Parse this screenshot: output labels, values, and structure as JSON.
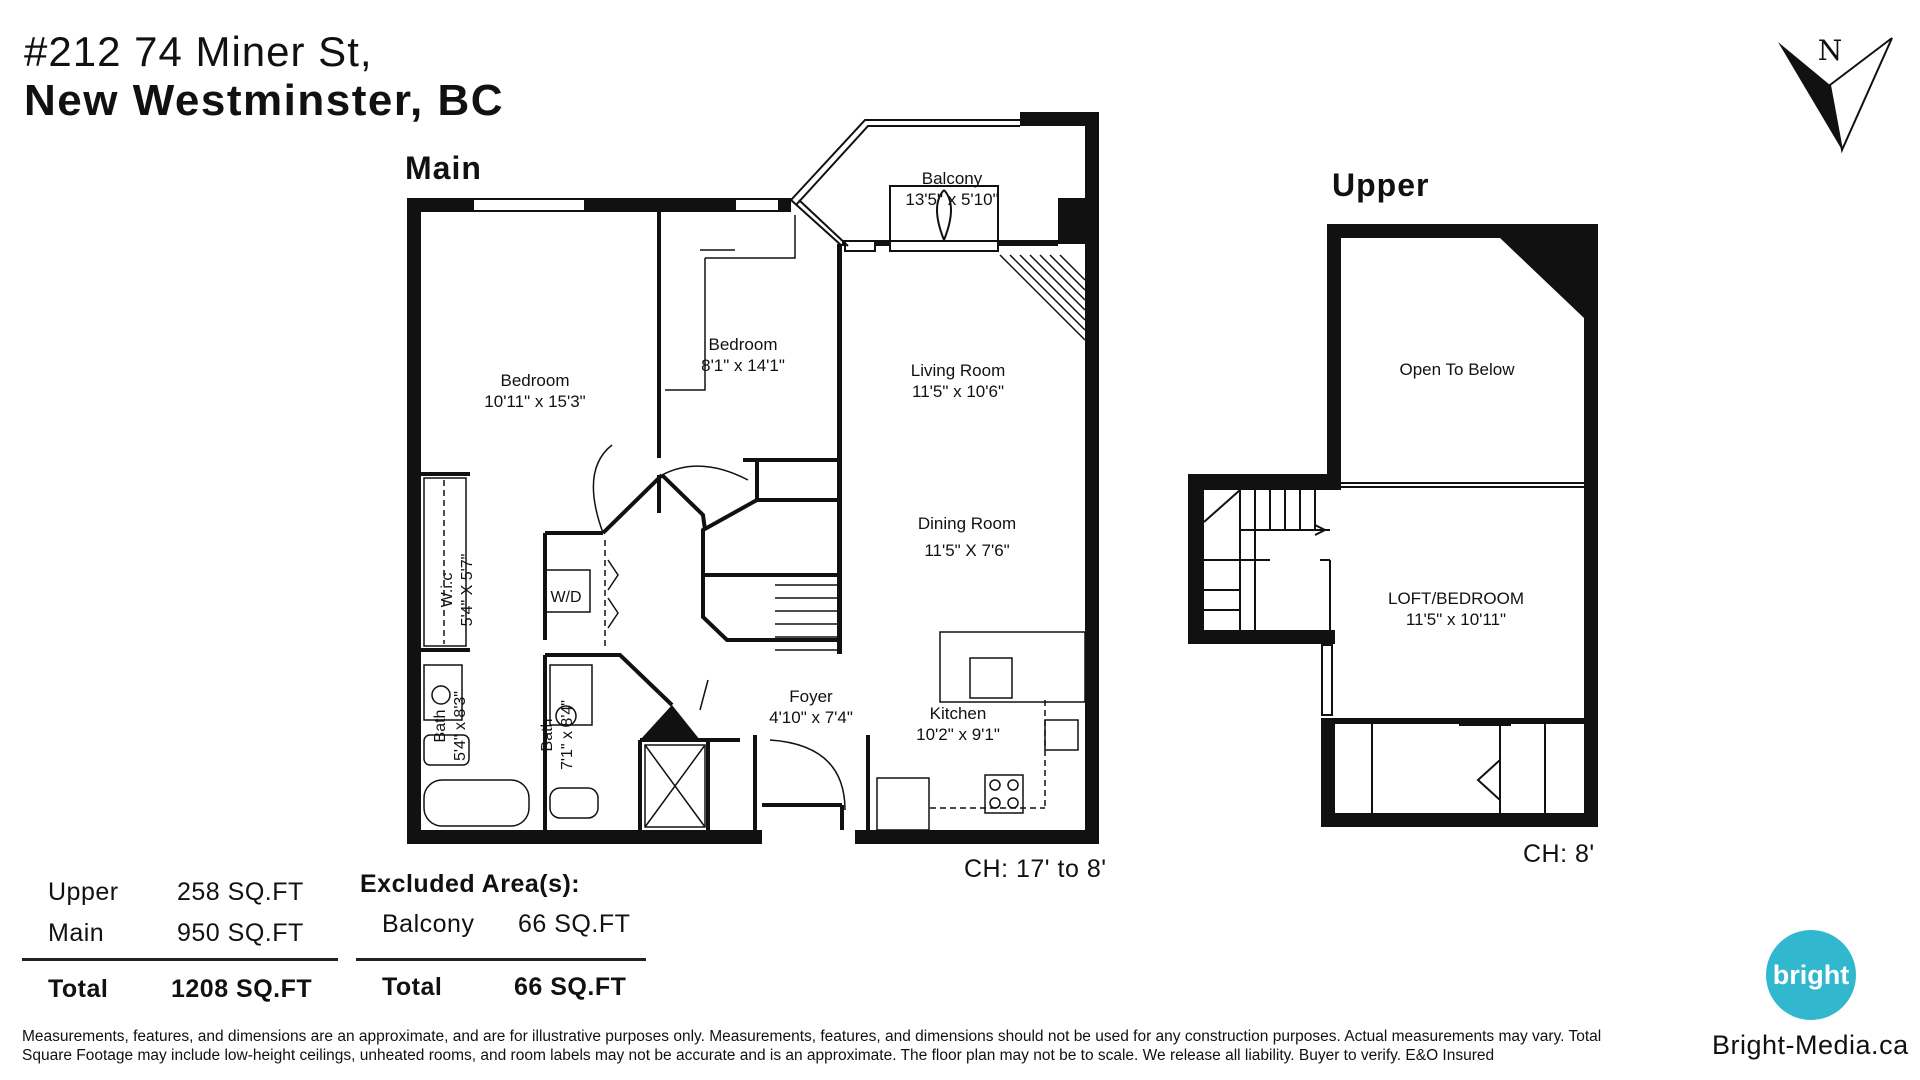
{
  "address": {
    "line1": "#212 74 Miner St,",
    "line2": "New Westminster, BC"
  },
  "compass": {
    "label": "N"
  },
  "main_plan": {
    "title": "Main",
    "rooms": {
      "balcony": {
        "name": "Balcony",
        "dims": "13'5\" x 5'10\""
      },
      "bedroom1": {
        "name": "Bedroom",
        "dims": "10'11\" x 15'3\""
      },
      "bedroom2": {
        "name": "Bedroom",
        "dims": "8'1\" x 14'1\""
      },
      "living": {
        "name": "Living Room",
        "dims": "11'5\" x 10'6\""
      },
      "dining": {
        "name": "Dining Room",
        "dims": "11'5\" X 7'6\""
      },
      "wic": {
        "name": "W.i.c",
        "dims": "5'4\" X 5'7\""
      },
      "wd": {
        "name": "W/D"
      },
      "bath1": {
        "name": "Bath",
        "dims": "5'4\" x 8'3\""
      },
      "bath2": {
        "name": "Bath",
        "dims": "7'1\" x 8'4\""
      },
      "foyer": {
        "name": "Foyer",
        "dims": "4'10\" x 7'4\""
      },
      "kitchen": {
        "name": "Kitchen",
        "dims": "10'2\" x 9'1\""
      }
    },
    "ceiling_height": "CH: 17' to 8'"
  },
  "upper_plan": {
    "title": "Upper",
    "rooms": {
      "open": {
        "name": "Open To Below"
      },
      "loft": {
        "name": "LOFT/BEDROOM",
        "dims": "11'5\" x 10'11\""
      }
    },
    "ceiling_height": "CH: 8'"
  },
  "area_summary": {
    "rows": [
      {
        "label": "Upper",
        "value": "258 SQ.FT"
      },
      {
        "label": "Main",
        "value": "950 SQ.FT"
      }
    ],
    "total_label": "Total",
    "total_value": "1208 SQ.FT"
  },
  "excluded": {
    "title": "Excluded Area(s):",
    "rows": [
      {
        "label": "Balcony",
        "value": "66 SQ.FT"
      }
    ],
    "total_label": "Total",
    "total_value": "66 SQ.FT"
  },
  "disclaimer": "Measurements, features, and dimensions are an approximate, and are for illustrative purposes only. Measurements, features, and dimensions should not be used for any construction purposes. Actual measurements may vary. Total Square Footage may include low-height ceilings, unheated rooms, and room labels may not be accurate and is an approximate. The floor plan may not be to scale. We release all liability. Buyer to verify. E&O Insured",
  "brand": {
    "logo_text": "bright",
    "website": "Bright-Media.ca",
    "logo_color": "#31b8cf"
  }
}
